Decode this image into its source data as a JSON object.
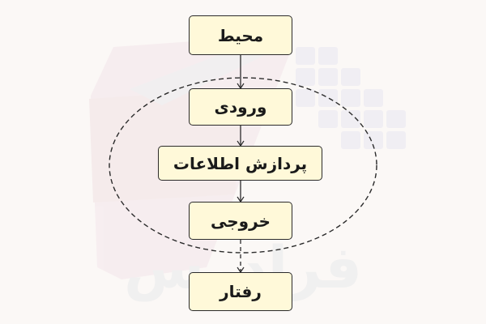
{
  "diagram": {
    "nodes": [
      {
        "id": "environment",
        "label": "محیط"
      },
      {
        "id": "input",
        "label": "ورودی"
      },
      {
        "id": "processing",
        "label": "پردازش اطلاعات"
      },
      {
        "id": "output",
        "label": "خروجی"
      },
      {
        "id": "behavior",
        "label": "رفتار"
      }
    ],
    "edges": [
      {
        "from": "environment",
        "to": "input",
        "style": "solid"
      },
      {
        "from": "input",
        "to": "processing",
        "style": "solid"
      },
      {
        "from": "processing",
        "to": "output",
        "style": "solid"
      },
      {
        "from": "output",
        "to": "behavior",
        "style": "dashed"
      }
    ],
    "group": {
      "members": [
        "input",
        "processing",
        "output"
      ],
      "shape": "dashed-ellipse"
    }
  },
  "watermark": {
    "text": "فرادرس"
  },
  "colors": {
    "background": "#fbf8f6",
    "node_fill": "#fff9d9",
    "node_border": "#2b2b2b",
    "text": "#1a1a1a",
    "watermark_pink": "#f3e4e6",
    "watermark_purple": "#e9e6f0",
    "watermark_gray": "#eeeeee"
  }
}
